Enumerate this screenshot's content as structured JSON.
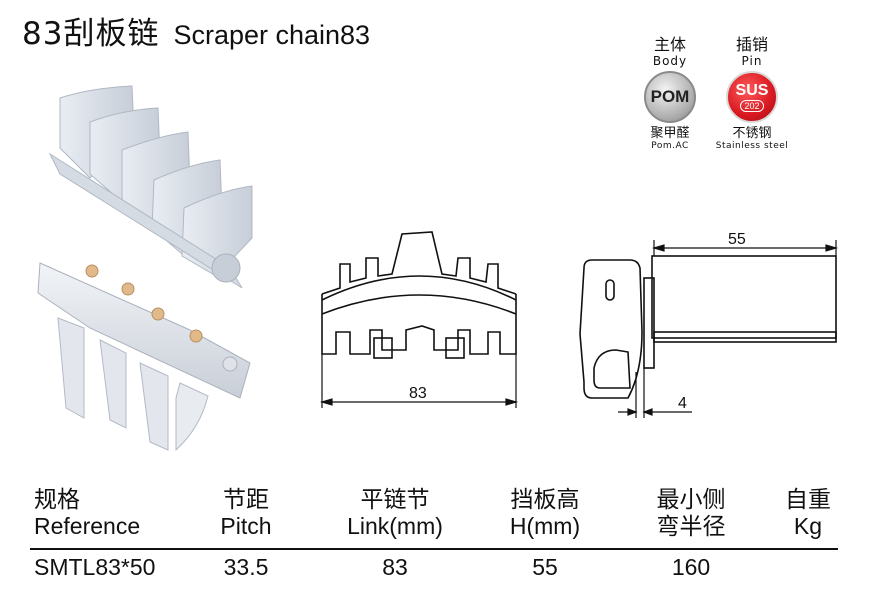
{
  "title": {
    "cn": "83刮板链",
    "en": "Scraper chain83"
  },
  "materials": {
    "body": {
      "label_cn": "主体",
      "label_en": "Body",
      "badge": "POM",
      "material_cn": "聚甲醛",
      "material_en": "Pom.AC",
      "color": "#a9a9a9"
    },
    "pin": {
      "label_cn": "插销",
      "label_en": "Pin",
      "badge": "SUS",
      "badge_sub": "202",
      "material_cn": "不锈钢",
      "material_en": "Stainless steel",
      "color": "#d81820"
    }
  },
  "drawing": {
    "width_dim": "83",
    "height_dim": "55",
    "thickness_dim": "4"
  },
  "table": {
    "headers": [
      {
        "cn": "规格",
        "en": "Reference"
      },
      {
        "cn": "节距",
        "en": "Pitch"
      },
      {
        "cn": "平链节",
        "en": "Link(mm)"
      },
      {
        "cn": "挡板高",
        "en": "H(mm)"
      },
      {
        "cn": "最小侧",
        "en": "弯半径"
      },
      {
        "cn": "自重",
        "en": "Kg"
      }
    ],
    "rows": [
      [
        "SMTL83*50",
        "33.5",
        "83",
        "55",
        "160",
        ""
      ]
    ]
  }
}
